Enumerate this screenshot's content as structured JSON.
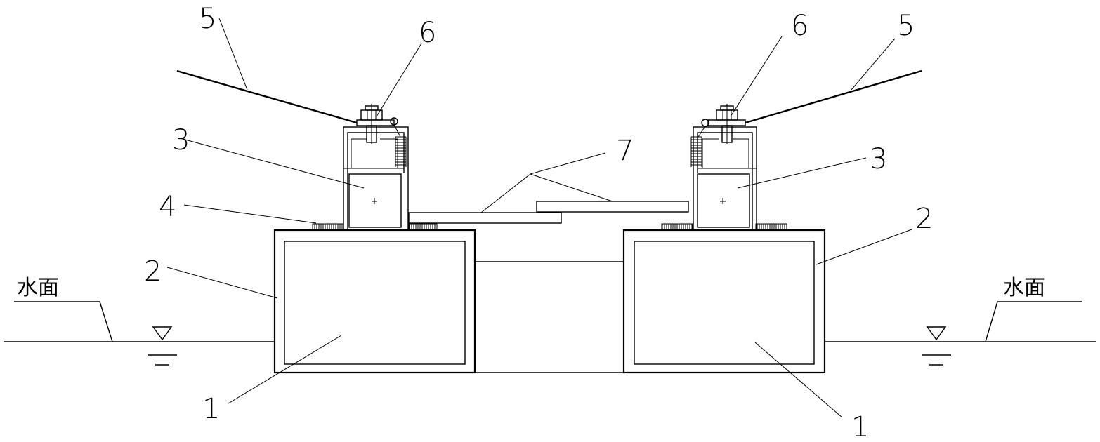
{
  "labels": {
    "float_body": "1",
    "float_box": "2",
    "support_tube": "3",
    "gasket": "4",
    "panel": "5",
    "bolt": "6",
    "walkway_plate": "7"
  },
  "water_surface": "水面"
}
